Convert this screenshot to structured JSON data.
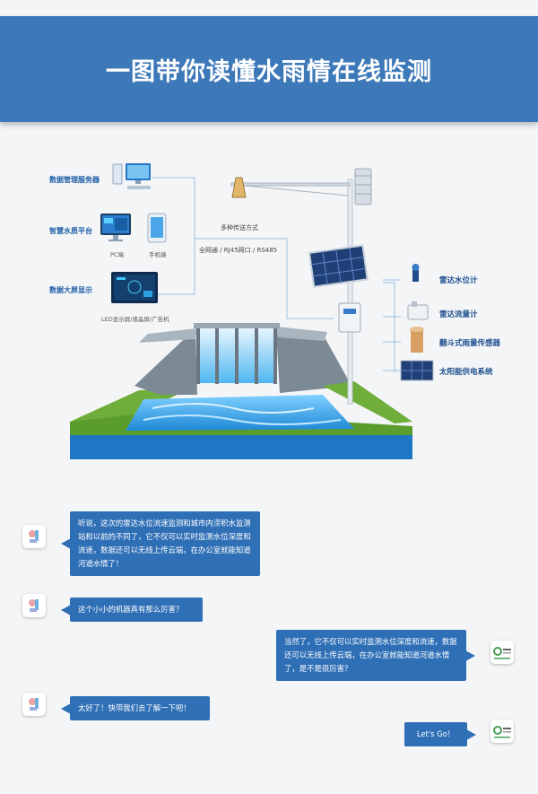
{
  "banner": {
    "title": "一图带你读懂水雨情在线监测"
  },
  "diagram": {
    "left_items": [
      {
        "label": "数据管理服务器"
      },
      {
        "label": "智慧水质平台",
        "captions": [
          "PC端",
          "手机端"
        ]
      },
      {
        "label": "数据大屏显示",
        "captions": [
          "LED显示屏/液晶屏/广告机"
        ]
      }
    ],
    "transmission": {
      "title": "多种传送方式",
      "methods": "全网通 / RJ45网口 / RS485"
    },
    "right_items": [
      {
        "label": "雷达水位计",
        "icon": "radar-level-meter-icon"
      },
      {
        "label": "雷达流量计",
        "icon": "radar-flow-meter-icon"
      },
      {
        "label": "翻斗式雨量传感器",
        "icon": "rain-gauge-icon"
      },
      {
        "label": "太阳能供电系统",
        "icon": "solar-panel-icon"
      }
    ]
  },
  "chat": {
    "messages": [
      {
        "side": "left",
        "text": "听说，这次的雷达水位流速监测和城市内涝积水监测站和以前的不同了，它不仅可以实时监测水位深度和流速，数据还可以无线上传云端，在办公室就能知道河道水情了！"
      },
      {
        "side": "left",
        "text": "这个小小的机器真有那么厉害？"
      },
      {
        "side": "right",
        "text": "当然了，它不仅可以实时监测水位深度和流速，数据还可以无线上传云端，在办公室就能知道河道水情了，是不是很厉害？"
      },
      {
        "side": "left",
        "text": "太好了！快带我们去了解一下吧！"
      },
      {
        "side": "right",
        "text": "Let's Go！"
      }
    ]
  },
  "colors": {
    "banner": "#3d79b8",
    "bubble": "#2f6fb6",
    "label": "#1e5ea8",
    "water": "#2a8fd8",
    "grass": "#6fae3a"
  }
}
